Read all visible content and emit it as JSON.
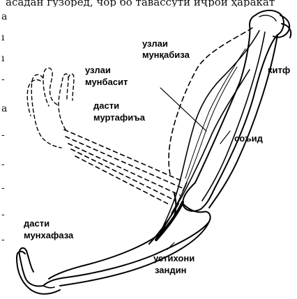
{
  "page": {
    "top_text": "асадан гузоред, чор бо тавассути иҷрои ҳаракат",
    "left_margin_chars": [
      "а",
      "ı",
      "ı",
      "-",
      "а",
      "-",
      "-",
      "-",
      "-",
      "-"
    ]
  },
  "labels": {
    "uzlai_munqabiza_1": "узлаи",
    "uzlai_munqabiza_2": "мунқабиза",
    "kitf": "китф",
    "uzlai_munbasit_1": "узлаи",
    "uzlai_munbasit_2": "мунбасит",
    "dasti_murtafia_1": "дасти",
    "dasti_murtafia_2": "муртафиъа",
    "soid": "соъид",
    "dasti_munhafaza_1": "дасти",
    "dasti_munhafaza_2": "мунхафаза",
    "ustihoni_zandin_1": "устихони",
    "ustihoni_zandin_2": "зандин"
  }
}
